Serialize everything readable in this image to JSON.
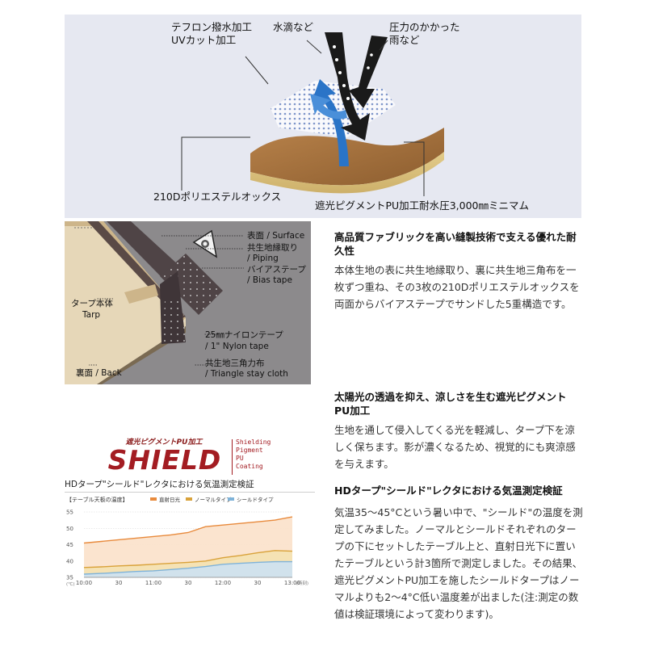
{
  "top_diagram": {
    "label_teflon": "テフロン撥水加工",
    "label_uvcut": "UVカット加工",
    "label_droplets": "水滴など",
    "label_pressure_1": "圧力のかかった",
    "label_pressure_2": "雨など",
    "label_fabric": "210Dポリエステルオックス",
    "label_pu": "遮光ピグメントPU加工耐水圧3,000㎜ミニマム"
  },
  "tarp_diagram": {
    "surface": "表面 / Surface",
    "piping_1": "共生地縁取り",
    "piping_2": "/ Piping",
    "bias_1": "バイアステープ",
    "bias_2": "/ Bias tape",
    "tarp_1": "タープ本体",
    "tarp_2": "Tarp",
    "nylon_1": "25㎜ナイロンテープ",
    "nylon_2": "/ 1\" Nylon tape",
    "stay_1": "共生地三角力布",
    "stay_2": "/ Triangle stay cloth",
    "back": "裏面 / Back"
  },
  "section1": {
    "title": "高品質ファブリックを高い縫製技術で支える優れた耐久性",
    "body": "本体生地の表に共生地縁取り、裏に共生地三角布を一枚ずつ重ね、その3枚の210Dポリエステルオックスを両面からバイアステープでサンドした5重構造です。"
  },
  "section2": {
    "title": "太陽光の透過を抑え、涼しさを生む遮光ピグメントPU加工",
    "body": "生地を通して侵入してくる光を軽減し、タープ下を涼しく保ちます。影が濃くなるため、視覚的にも爽涼感を与えます。"
  },
  "section3": {
    "title": "HDタープ\"シールド\"レクタにおける気温測定検証",
    "body": "気温35～45°Cという暑い中で、\"シールド\"の温度を測定してみました。ノーマルとシールドそれぞれのタープの下にセットしたテーブル上と、直射日光下に置いたテーブルという計3箇所で測定しました。その結果、遮光ピグメントPU加工を施したシールドタープはノーマルよりも2～4°C低い温度差が出ました(注:測定の数値は検証環境によって変わります)。"
  },
  "shield_logo": {
    "subtitle": "遮光ピグメントPU加工",
    "word": "SHIELD",
    "stack_1": "Shielding",
    "stack_2": "Pigment",
    "stack_3": "PU",
    "stack_4": "Coating",
    "brand_color": "#a31c22"
  },
  "chart_data": {
    "type": "area",
    "title": "HDタープ\"シールド\"レクタにおける気温測定検証",
    "legend_title": "【テーブル天板の温度】",
    "ylabel_unit": "(℃)",
    "xlabel_unit": "(時刻)",
    "x": [
      "10:00",
      "10:15",
      "10:30",
      "10:45",
      "11:00",
      "11:15",
      "11:30",
      "11:45",
      "12:00",
      "12:15",
      "12:30",
      "12:45",
      "13:00"
    ],
    "xticks": [
      "10:00",
      "30",
      "11:00",
      "30",
      "12:00",
      "30",
      "13:00"
    ],
    "yticks": [
      35,
      40,
      45,
      50,
      55
    ],
    "ylim": [
      35,
      55
    ],
    "grid": true,
    "legend_position": "top",
    "series": [
      {
        "name": "直射日光",
        "color": "#e88a3c",
        "fill": "#fbe3cc",
        "values": [
          45.5,
          46.0,
          46.5,
          47.0,
          47.5,
          48.0,
          48.7,
          50.5,
          51.0,
          51.5,
          52.0,
          52.5,
          53.5
        ]
      },
      {
        "name": "ノーマルタイプ",
        "color": "#d9a23a",
        "fill": "#f4e2b2",
        "values": [
          38.0,
          38.2,
          38.5,
          38.7,
          39.0,
          39.3,
          39.6,
          40.0,
          41.0,
          41.7,
          42.5,
          43.2,
          43.0
        ]
      },
      {
        "name": "シールドタイプ",
        "color": "#7fb3d9",
        "fill": "#cfe2ef",
        "values": [
          36.0,
          36.2,
          36.5,
          36.8,
          37.0,
          37.4,
          37.8,
          38.3,
          39.0,
          39.3,
          39.6,
          39.8,
          39.8
        ]
      }
    ]
  }
}
